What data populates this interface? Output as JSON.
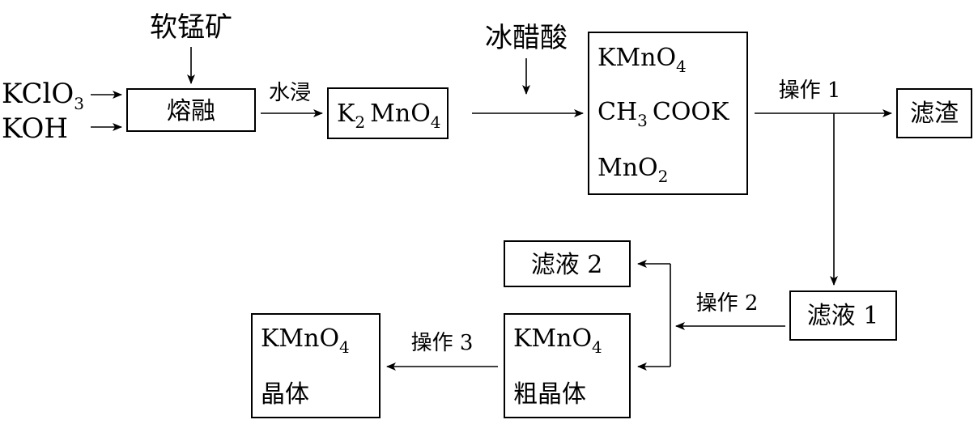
{
  "inputs": {
    "kclo3": {
      "main": "KClO",
      "sub": "3"
    },
    "koh": "KOH"
  },
  "ore": "软锰矿",
  "fusion_box": "熔融",
  "water_leach": "水浸",
  "k2mno4": {
    "k": "K",
    "sub": "2",
    "mno": "MnO",
    "sub2": "4"
  },
  "acid": "冰醋酸",
  "mixture": {
    "line1": {
      "main": "KMnO",
      "sub": "4"
    },
    "line2": {
      "ch": "CH",
      "sub": "3",
      "rest": "COOK"
    },
    "line3": {
      "main": "MnO",
      "sub": "2"
    }
  },
  "op1": "操作 1",
  "residue": "滤渣",
  "filtrate1": "滤液 1",
  "op2": "操作 2",
  "filtrate2": "滤液 2",
  "crude": {
    "line1": {
      "main": "KMnO",
      "sub": "4"
    },
    "line2": "粗晶体"
  },
  "op3": "操作 3",
  "product": {
    "line1": {
      "main": "KMnO",
      "sub": "4"
    },
    "line2": "晶体"
  }
}
